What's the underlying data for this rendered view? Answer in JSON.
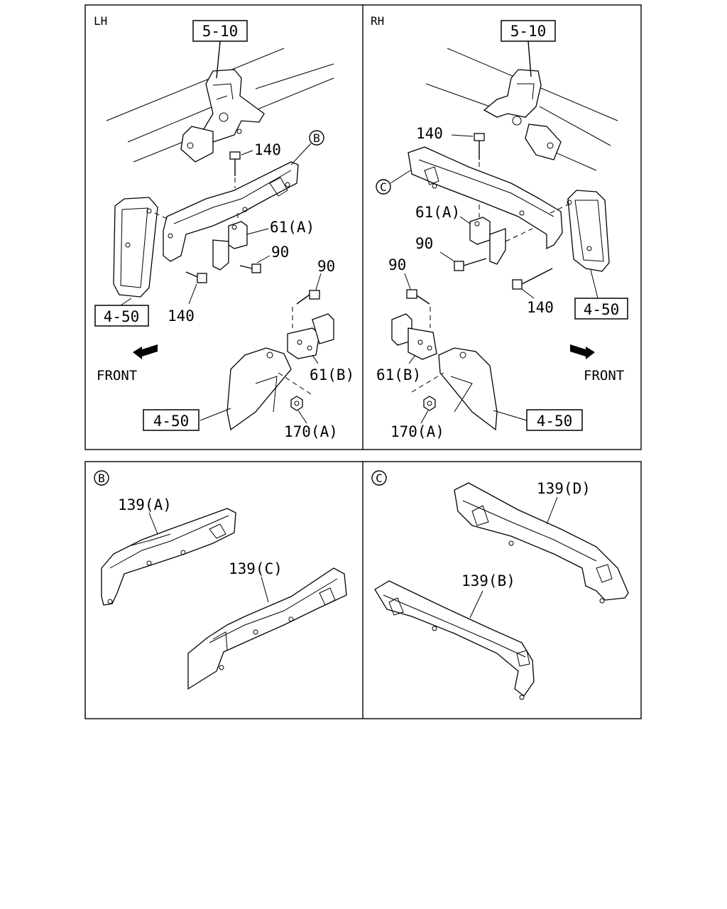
{
  "panels": {
    "lh": {
      "side": "LH",
      "ref_top": "5-10",
      "ref_left": "4-50",
      "ref_bottom": "4-50",
      "callout_b": "B",
      "bolt_140_top": "140",
      "bolt_140_bottom": "140",
      "mount_61a": "61(A)",
      "bolt_90_mid": "90",
      "bolt_90_right": "90",
      "mount_61b": "61(B)",
      "nut_170a": "170(A)",
      "front": "FRONT"
    },
    "rh": {
      "side": "RH",
      "ref_top": "5-10",
      "ref_right": "4-50",
      "ref_bottom": "4-50",
      "callout_c": "C",
      "bolt_140_top": "140",
      "bolt_140_bottom": "140",
      "mount_61a": "61(A)",
      "bolt_90_mid": "90",
      "bolt_90_left": "90",
      "mount_61b": "61(B)",
      "nut_170a": "170(A)",
      "front": "FRONT"
    },
    "detail_b": {
      "callout": "B",
      "part_a": "139(A)",
      "part_c": "139(C)"
    },
    "detail_c": {
      "callout": "C",
      "part_d": "139(D)",
      "part_b": "139(B)"
    }
  }
}
